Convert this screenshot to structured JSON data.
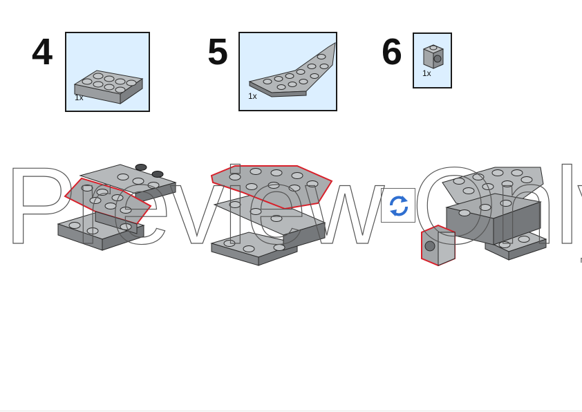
{
  "steps": [
    {
      "number": "4",
      "quantity": "1x"
    },
    {
      "number": "5",
      "quantity": "1x"
    },
    {
      "number": "6",
      "quantity": "1x"
    }
  ],
  "watermark": {
    "text": "Preview Only"
  },
  "colors": {
    "brick": "#a3a6a8",
    "outline": "#2a2a2a",
    "highlight": "#d8202a",
    "parts_bg": "#dcefff",
    "rotate_blue": "#2f6fd0"
  },
  "icons": {
    "rotate": "rotate-arrows-icon"
  }
}
